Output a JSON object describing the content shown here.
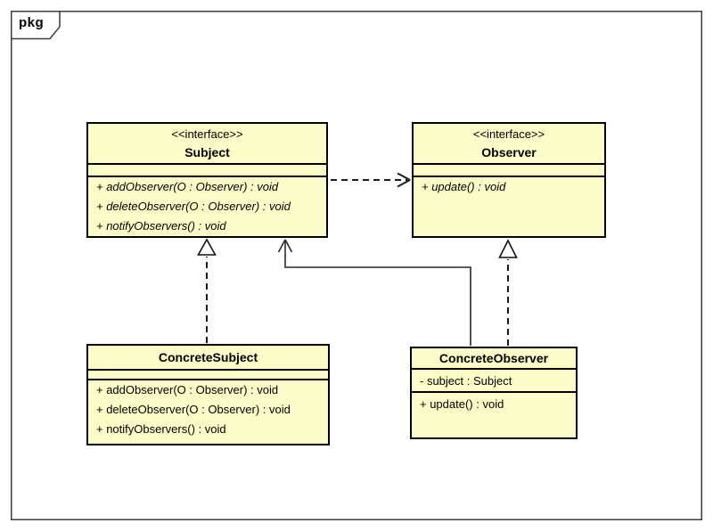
{
  "frame": {
    "tab_label": "pkg"
  },
  "classes": {
    "subject": {
      "stereotype": "<<interface>>",
      "name": "Subject",
      "attributes": [],
      "operations": [
        "+ addObserver(O : Observer) : void",
        "+ deleteObserver(O : Observer) : void",
        "+ notifyObservers() : void"
      ]
    },
    "observer": {
      "stereotype": "<<interface>>",
      "name": "Observer",
      "attributes": [],
      "operations": [
        "+ update() : void"
      ]
    },
    "concrete_subject": {
      "name": "ConcreteSubject",
      "attributes": [],
      "operations": [
        "+ addObserver(O : Observer) : void",
        "+ deleteObserver(O : Observer) : void",
        "+ notifyObservers() : void"
      ]
    },
    "concrete_observer": {
      "name": "ConcreteObserver",
      "attributes": [
        "- subject : Subject"
      ],
      "operations": [
        "+ update() : void"
      ]
    }
  },
  "relationships": [
    {
      "type": "dependency",
      "from": "Subject",
      "to": "Observer",
      "line": "dashed",
      "arrowhead": "open"
    },
    {
      "type": "realization",
      "from": "ConcreteSubject",
      "to": "Subject",
      "line": "dashed",
      "arrowhead": "hollow-triangle"
    },
    {
      "type": "realization",
      "from": "ConcreteObserver",
      "to": "Observer",
      "line": "dashed",
      "arrowhead": "hollow-triangle"
    },
    {
      "type": "association",
      "from": "ConcreteObserver",
      "to": "Subject",
      "line": "solid",
      "arrowhead": "open"
    }
  ],
  "colors": {
    "class_fill": "#FCFCC8",
    "class_border": "#000000",
    "frame_border": "#3d3d3d",
    "line": "#1c1c1c",
    "background": "#FFFFFF"
  }
}
